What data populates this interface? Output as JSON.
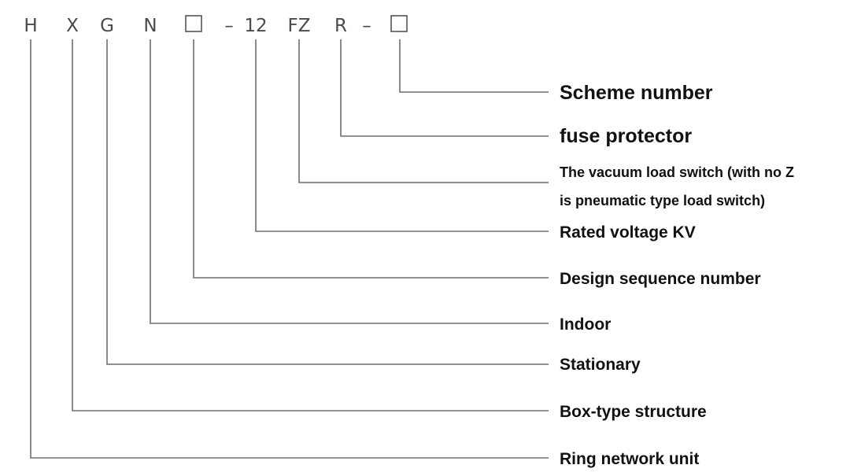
{
  "code": {
    "h": "H",
    "x": "X",
    "g": "G",
    "n": "N",
    "dash1": "–",
    "voltage": "12",
    "fz": "FZ",
    "r": "R",
    "dash2": "–"
  },
  "labels": {
    "scheme_number": "Scheme number",
    "fuse_protector": "fuse protector",
    "vacuum_line1": "The vacuum load switch (with no Z",
    "vacuum_line2": "is pneumatic type load switch)",
    "rated_voltage": "Rated voltage KV",
    "design_sequence": "Design sequence number",
    "indoor": "Indoor",
    "stationary": "Stationary",
    "box_type": "Box-type structure",
    "ring_network": "Ring network unit"
  }
}
